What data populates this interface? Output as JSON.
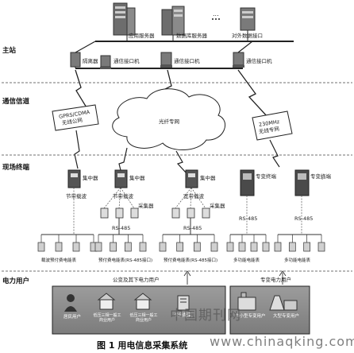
{
  "sections": {
    "master_station": "主站",
    "comm_channel": "通信信道",
    "field_terminal": "现场终端",
    "power_user": "电力用户"
  },
  "master": {
    "app_server": "应用服务器",
    "db_server": "数据库服务器",
    "external_interface": "对外数据接口",
    "isolator": "隔离器",
    "comm_interface_1": "通信接口机",
    "comm_interface_2": "通信接口机",
    "comm_interface_3": "通信接口机",
    "ellipsis": "..."
  },
  "channels": {
    "gprs_line1": "GPRS/CDMA",
    "gprs_line2": "无线公网",
    "fiber": "光纤专网",
    "radio_line1": "230MHz",
    "radio_line2": "无线专网"
  },
  "terminals": {
    "concentrator_1": "集中器",
    "concentrator_2": "集中器",
    "concentrator_3": "集中器",
    "special_terminal_1": "专变终端",
    "special_terminal_2": "专变终端",
    "carrier_label_1": "节带载波",
    "carrier_label_2": "节带载波",
    "carrier_label_3": "宽带载波",
    "collector_1": "采集器",
    "collector_2": "采集器",
    "rs485_1": "RS-485",
    "rs485_2": "RS-485",
    "rs485_3": "RS-485",
    "rs485_4": "RS-485",
    "meter_group_1": "载波预付费电能表",
    "meter_group_2": "预付费电能表(RS-485接口)",
    "meter_group_3": "预付费电能表(RS-485接口)",
    "meter_group_4": "多功能电能表",
    "meter_group_5": "多功能电能表"
  },
  "users": {
    "public_header": "公变及其下电力用户",
    "special_header": "专变电力用户",
    "resident": "居民用户",
    "low_voltage_1": "低压三相一般工商业用户",
    "low_voltage_2": "低压三相一般工商业用户",
    "public_transformer": "公用配变",
    "medium_special": "中小型专变用户",
    "large_special": "大型专变用户"
  },
  "caption": "图 1  用电信息采集系统",
  "watermark_cn": "中国期刊网",
  "watermark_url": "www.chinaqking.com",
  "return_mark": "↵"
}
